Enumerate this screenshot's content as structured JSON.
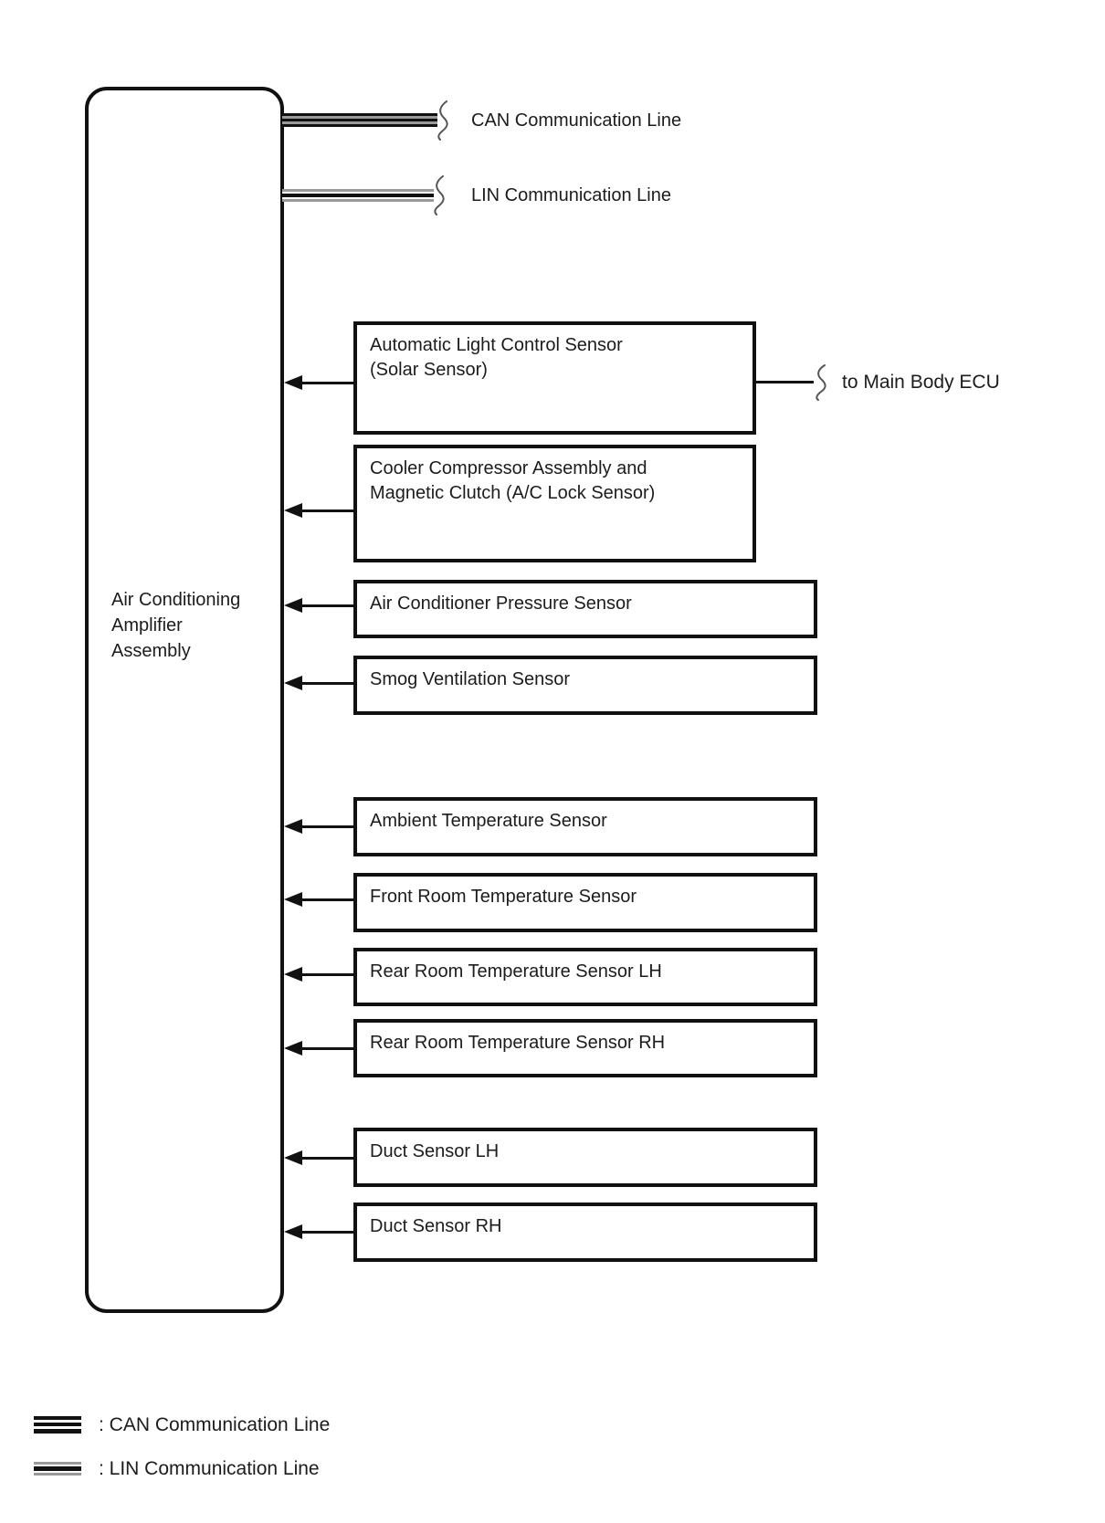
{
  "main_unit": {
    "line1": "Air Conditioning",
    "line2": "Amplifier",
    "line3": "Assembly"
  },
  "comm_lines": {
    "can_label": "CAN Communication Line",
    "lin_label": "LIN Communication Line"
  },
  "external": {
    "main_body_ecu_label": "to Main Body ECU"
  },
  "sensors": [
    {
      "line1": "Automatic Light Control Sensor",
      "line2": "(Solar Sensor)"
    },
    {
      "line1": "Cooler Compressor Assembly and",
      "line2": "Magnetic Clutch (A/C Lock Sensor)"
    },
    {
      "line1": "Air Conditioner Pressure Sensor"
    },
    {
      "line1": "Smog Ventilation Sensor"
    },
    {
      "line1": "Ambient Temperature Sensor"
    },
    {
      "line1": "Front Room Temperature Sensor"
    },
    {
      "line1": "Rear Room Temperature Sensor LH"
    },
    {
      "line1": "Rear Room Temperature Sensor RH"
    },
    {
      "line1": "Duct Sensor LH"
    },
    {
      "line1": "Duct Sensor RH"
    }
  ],
  "legend": {
    "can_label": ": CAN Communication Line",
    "lin_label": ": LIN Communication Line"
  },
  "colors": {
    "line_black": "#111111",
    "band_gray": "#9a9a9a",
    "text": "#1c1c1c"
  }
}
